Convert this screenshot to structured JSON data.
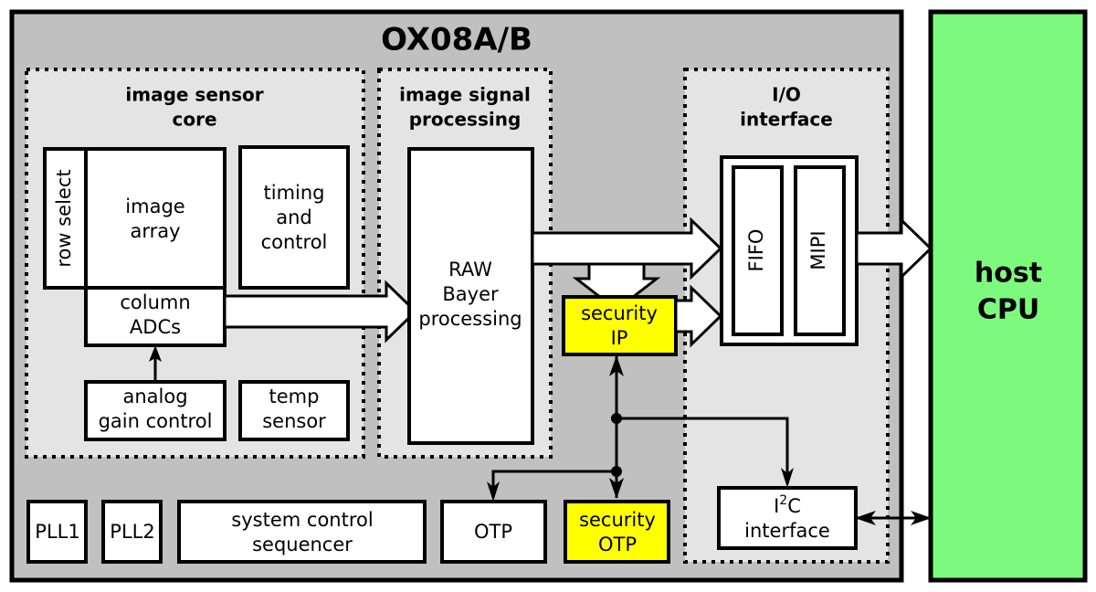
{
  "chip": {
    "title": "OX08A/B",
    "bg_color": "#c0c0c0",
    "border_color": "#000000"
  },
  "host": {
    "line1": "host",
    "line2": "CPU",
    "color": "#7dfa7d"
  },
  "groups": [
    {
      "id": "image-sensor-core",
      "line1": "image sensor",
      "line2": "core"
    },
    {
      "id": "image-signal-processing",
      "line1": "image signal",
      "line2": "processing"
    },
    {
      "id": "io-interface",
      "line1": "I/O",
      "line2": "interface"
    }
  ],
  "blocks": {
    "row_select": {
      "label": "row select"
    },
    "image_array": {
      "line1": "image",
      "line2": "array"
    },
    "timing": {
      "line1": "timing",
      "line2": "and",
      "line3": "control"
    },
    "column_adcs": {
      "line1": "column",
      "line2": "ADCs"
    },
    "analog_gain": {
      "line1": "analog",
      "line2": "gain control"
    },
    "temp_sensor": {
      "line1": "temp",
      "line2": "sensor"
    },
    "raw_bayer": {
      "line1": "RAW",
      "line2": "Bayer",
      "line3": "processing"
    },
    "security_ip": {
      "line1": "security",
      "line2": "IP",
      "color": "#ffff00"
    },
    "fifo": {
      "label": "FIFO"
    },
    "mipi": {
      "label": "MIPI"
    },
    "pll1": {
      "label": "PLL1"
    },
    "pll2": {
      "label": "PLL2"
    },
    "sys_ctrl": {
      "line1": "system control",
      "line2": "sequencer"
    },
    "otp": {
      "label": "OTP"
    },
    "security_otp": {
      "line1": "security",
      "line2": "OTP",
      "color": "#ffff00"
    },
    "i2c": {
      "line1_pre": "I",
      "line1_sup": "2",
      "line1_post": "C",
      "line2": "interface"
    }
  }
}
